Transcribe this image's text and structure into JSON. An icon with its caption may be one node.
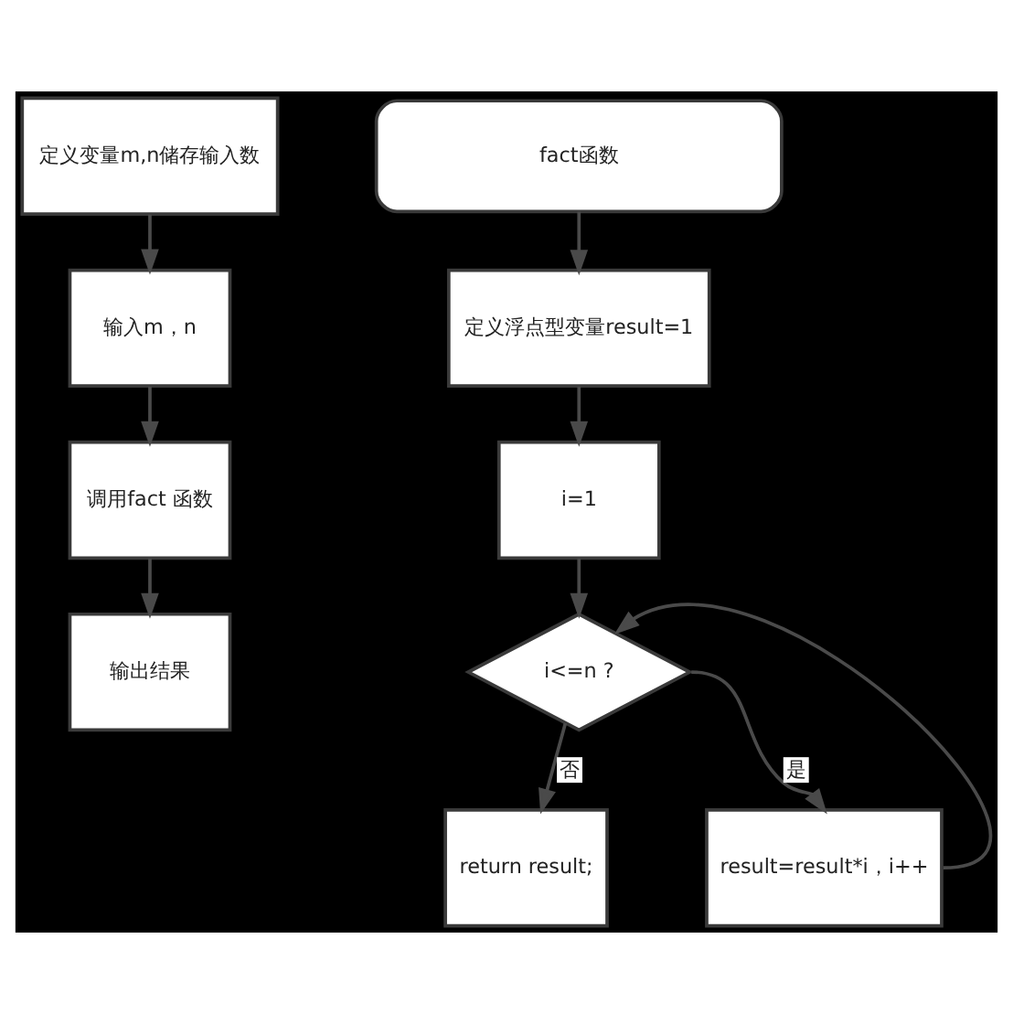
{
  "diagram": {
    "nodes": [
      {
        "text": [
          "定义变量m,n储存输入数"
        ]
      },
      {
        "text": [
          "输入m，n"
        ]
      },
      {
        "text": [
          "调用fact 函数"
        ]
      },
      {
        "text": [
          "输出结果"
        ]
      },
      {
        "text": [
          "fact函数"
        ]
      },
      {
        "text": [
          "定义浮点型变量result=1"
        ]
      },
      {
        "text": [
          "i=1"
        ]
      },
      {
        "text": [
          "i<=n ?"
        ]
      },
      {
        "text": [
          "result=result*i，i++"
        ]
      },
      {
        "text": [
          "return result;"
        ]
      }
    ],
    "edges": [
      {
        "from": 0,
        "to": 1,
        "arrow": "to"
      },
      {
        "from": 1,
        "to": 2,
        "arrow": "to"
      },
      {
        "from": 2,
        "to": 3,
        "arrow": "to"
      },
      {
        "from": 4,
        "to": 5,
        "arrow": "to"
      },
      {
        "from": 5,
        "to": 6,
        "arrow": "to"
      },
      {
        "from": 6,
        "to": 7,
        "arrow": "to"
      },
      {
        "from": 7,
        "to": 8,
        "label": "是",
        "arrow": "to"
      },
      {
        "from": 8,
        "to": 7,
        "arrow": "to"
      },
      {
        "from": 7,
        "to": 9,
        "label": "否",
        "arrow": "to"
      }
    ]
  }
}
